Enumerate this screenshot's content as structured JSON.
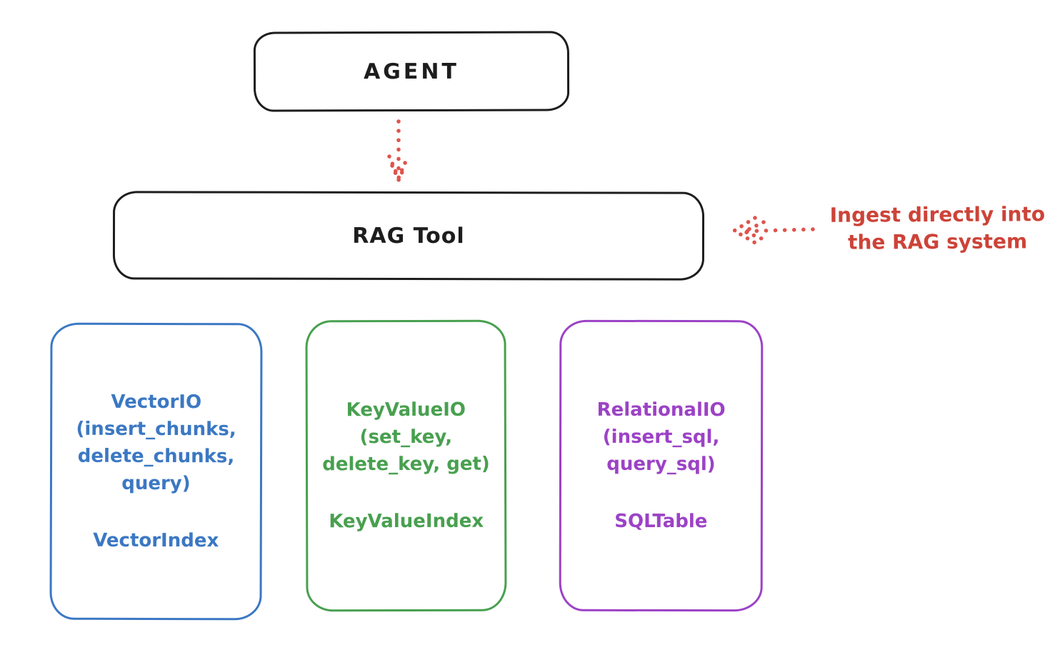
{
  "colors": {
    "ink": "#1d1d1d",
    "red": "#cd4338",
    "red_soft": "#de544c",
    "blue": "#3b78c3",
    "green": "#48a04f",
    "purple": "#9c42c6",
    "bg": "#ffffff"
  },
  "nodes": {
    "agent": {
      "label": "AGENT"
    },
    "rag_tool": {
      "label": "RAG Tool"
    }
  },
  "annotation": {
    "lines": [
      "Ingest directly into",
      "the RAG system"
    ]
  },
  "io_boxes": {
    "vector": {
      "color": "#3b78c3",
      "lines": [
        "VectorIO",
        "(insert_chunks,",
        "delete_chunks,",
        "query)"
      ],
      "index_label": "VectorIndex"
    },
    "keyvalue": {
      "color": "#48a04f",
      "lines": [
        "KeyValueIO",
        "(set_key,",
        "delete_key, get)"
      ],
      "index_label": "KeyValueIndex"
    },
    "relational": {
      "color": "#9c42c6",
      "lines": [
        "RelationalIO",
        "(insert_sql,",
        "query_sql)"
      ],
      "index_label": "SQLTable"
    }
  },
  "arrows": {
    "agent_to_rag": "dotted-arrow-down",
    "annotation_to_rag": "dotted-arrow-left"
  }
}
